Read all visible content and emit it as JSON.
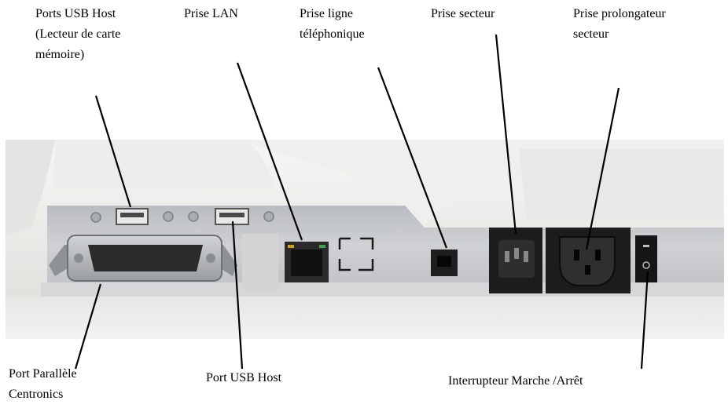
{
  "labels": {
    "usb_host_card": [
      "Ports USB Host",
      "(Lecteur de carte",
      "mémoire)"
    ],
    "lan": [
      "Prise LAN"
    ],
    "phone": [
      "Prise ligne",
      "téléphonique"
    ],
    "mains": [
      "Prise secteur"
    ],
    "mains_extension": [
      "Prise prolongateur",
      "secteur"
    ],
    "parallel": [
      "Port Parallèle",
      "Centronics"
    ],
    "usb_host": [
      "Port USB Host"
    ],
    "switch": [
      "Interrupteur Marche /Arrêt"
    ]
  },
  "colors": {
    "housing": "#ececea",
    "panel": "#c9cbcf",
    "port_dark": "#1c1c1c",
    "parallel_metal": "#b4b7bc",
    "leader": "#000000"
  }
}
